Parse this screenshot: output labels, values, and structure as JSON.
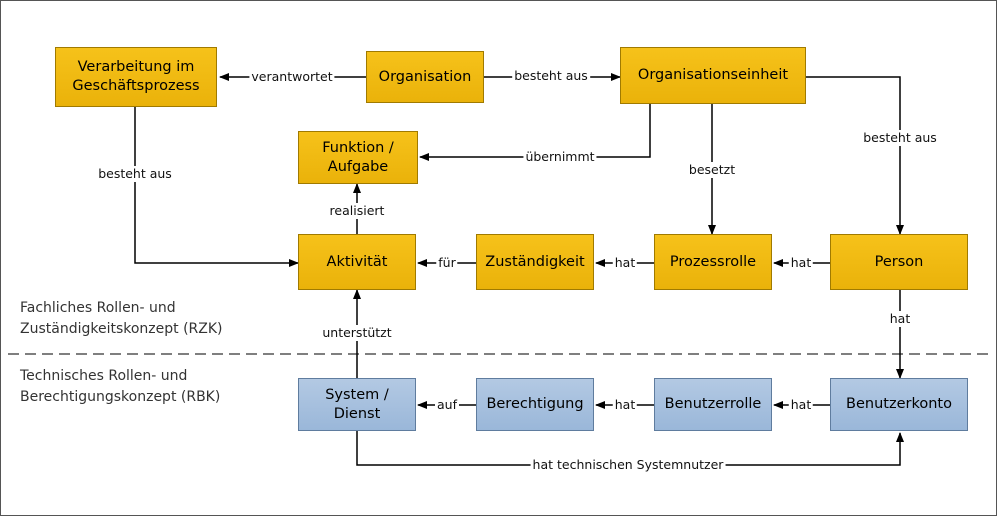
{
  "zones": {
    "top": "Fachliches Rollen- und\nZuständigkeitskonzept (RZK)",
    "bottom": "Technisches Rollen- und\nBerechtigungskonzept (RBK)"
  },
  "nodes": {
    "verarbeitung": "Verarbeitung im\nGeschäftsprozess",
    "organisation": "Organisation",
    "organisationseinheit": "Organisationseinheit",
    "funktion": "Funktion /\nAufgabe",
    "aktivitaet": "Aktivität",
    "zustaendigkeit": "Zuständigkeit",
    "prozessrolle": "Prozessrolle",
    "person": "Person",
    "system": "System /\nDienst",
    "berechtigung": "Berechtigung",
    "benutzerrolle": "Benutzerrolle",
    "benutzerkonto": "Benutzerkonto"
  },
  "edges": {
    "verantwortet": "verantwortet",
    "besteht_aus_org": "besteht aus",
    "besteht_aus_verarb": "besteht aus",
    "uebernimmt": "übernimmt",
    "besetzt": "besetzt",
    "besteht_aus_oe": "besteht aus",
    "realisiert": "realisiert",
    "fuer": "für",
    "hat_zust": "hat",
    "hat_person": "hat",
    "hat_konto": "hat",
    "unterstuetzt": "unterstützt",
    "auf": "auf",
    "hat_berecht": "hat",
    "hat_rolle": "hat",
    "systemnutzer": "hat technischen Systemnutzer"
  },
  "colors": {
    "yellow": "#f2bd12",
    "blue": "#a6bfdf",
    "line": "#000000",
    "separator": "#7f7f7f"
  }
}
